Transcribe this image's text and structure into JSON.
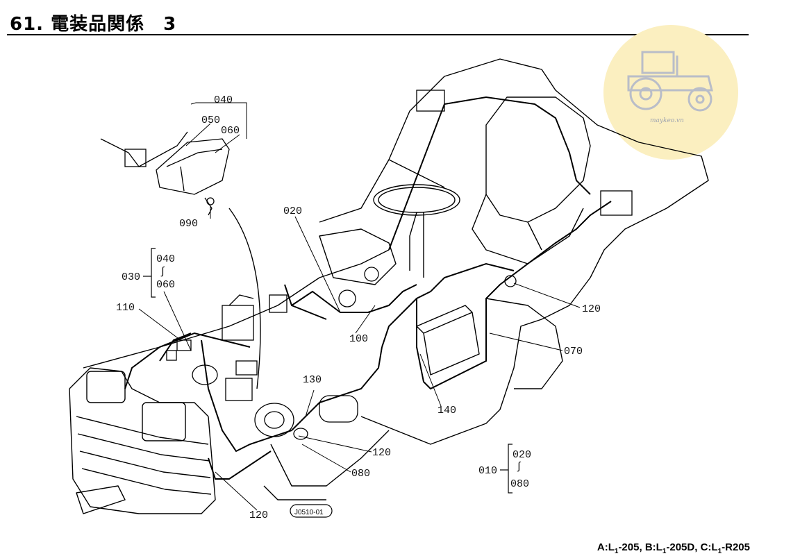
{
  "page": {
    "title": "61. 電装品関係　3",
    "figure_code": "J0510-01"
  },
  "models": {
    "A": {
      "letter": "A:",
      "base": "L",
      "sub": "1",
      "model": "-205,"
    },
    "B": {
      "letter": "B:",
      "base": "L",
      "sub": "1",
      "model": "-205D,"
    },
    "C": {
      "letter": "C:",
      "base": "L",
      "sub": "1",
      "model": "-R205"
    }
  },
  "callouts": {
    "p010": "010",
    "p020_top": "020",
    "p020_range": "020",
    "p030": "030",
    "p040_top": "040",
    "p040_range": "040",
    "p050": "050",
    "p060_top": "060",
    "p060_range": "060",
    "p070": "070",
    "p080_bottom": "080",
    "p080_range": "080",
    "p090": "090",
    "p100": "100",
    "p110": "110",
    "p120_right": "120",
    "p120_middle": "120",
    "p120_bottom": "120",
    "p130": "130",
    "p140": "140",
    "range_symbol": "∫"
  },
  "watermark": {
    "text": "maykeo.vn",
    "icon": "tractor-icon",
    "color": "#fbefc0"
  },
  "colors": {
    "line": "#000000",
    "watermark_circle": "#fbefc0",
    "watermark_icon": "#b9bdc8"
  }
}
